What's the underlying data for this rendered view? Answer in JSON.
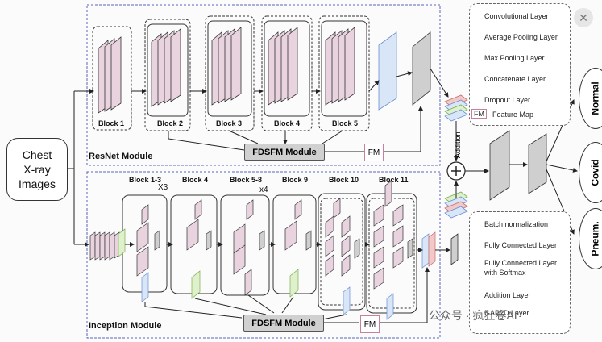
{
  "input": {
    "line1": "Chest",
    "line2": "X-ray",
    "line3": "Images"
  },
  "resnet": {
    "module_label": "ResNet Module",
    "blocks": [
      "Block 1",
      "Block 2",
      "Block 3",
      "Block 4",
      "Block 5"
    ],
    "fdsfm_label": "FDSFM Module",
    "fm_label": "FM"
  },
  "inception": {
    "module_label": "Inception Module",
    "blocks": [
      "Block 1-3",
      "Block 4",
      "Block 5-8",
      "Block 9",
      "Block 10",
      "Block 11"
    ],
    "repeat_x3": "X3",
    "repeat_x4": "x4",
    "fdsfm_label": "FDSFM Module",
    "fm_label": "FM"
  },
  "addition_label": "Addition",
  "outputs": [
    "Normal",
    "Covid",
    "Pneum."
  ],
  "legend_top": {
    "items": [
      "Convolutional Layer",
      "Average Pooling Layer",
      "Max Pooling Layer",
      "Concatenate Layer",
      "Dropout Layer",
      "Feature Map"
    ],
    "fm_symbol": "FM"
  },
  "legend_bottom": {
    "items": [
      "Batch normalization",
      "Fully Connected Layer",
      "Fully Connected Layer",
      "with Softmax",
      "Addition Layer",
      "GAP2D Layer"
    ]
  },
  "watermark": "公众号 · 疯狂卷AI",
  "colors": {
    "conv": "#e8d3df",
    "avg_pool": "#d8e6f7",
    "max_pool": "#dff0cc",
    "concat": "#cfcfcf",
    "dropout": "#f2c9c9",
    "module_border": "#5566bb"
  }
}
